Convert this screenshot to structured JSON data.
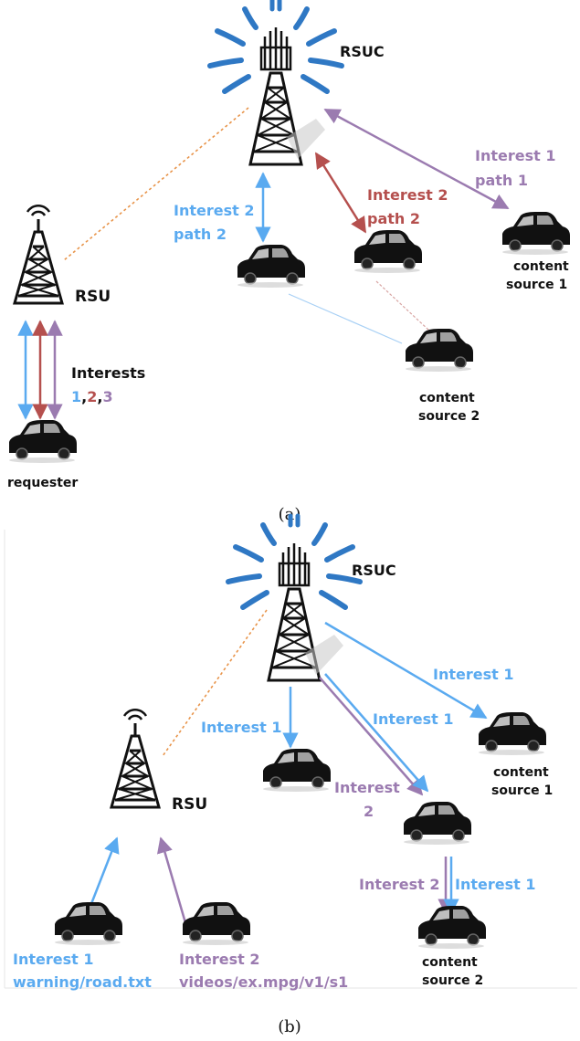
{
  "panel_a": {
    "caption": "(a)",
    "rsuc_label": "RSUC",
    "rsu_label": "RSU",
    "requester_label": "requester",
    "interests_label": "Interests",
    "interests_num_1": "1",
    "interests_comma_1": ",",
    "interests_num_2": "2",
    "interests_comma_2": ",",
    "interests_num_3": "3",
    "interest2_path2_blue": {
      "line1": "Interest 2",
      "line2": "path 2"
    },
    "interest2_path2_red": {
      "line1": "Interest 2",
      "line2": "path 2"
    },
    "interest1_path1": {
      "line1": "Interest 1",
      "line2": "path 1"
    },
    "content_source_1": {
      "line1": "content",
      "line2": "source 1"
    },
    "content_source_2": {
      "line1": "content",
      "line2": "source 2"
    }
  },
  "panel_b": {
    "caption": "(b)",
    "rsuc_label": "RSUC",
    "rsu_label": "RSU",
    "interest1_top_right": "Interest 1",
    "interest1_mid_right": "Interest 1",
    "interest1_down": "Interest 1",
    "interest2_mid": {
      "line1": "Interest",
      "line2": "2"
    },
    "interest2_bottom": "Interest 2",
    "interest1_bottom": "Interest 1",
    "content_source_1": {
      "line1": "content",
      "line2": "source 1"
    },
    "content_source_2": {
      "line1": "content",
      "line2": "source 2"
    },
    "req1": {
      "line1": "Interest 1",
      "line2": "warning/road.txt"
    },
    "req2": {
      "line1": "Interest 2",
      "line2": "videos/ex.mpg/v1/s1"
    }
  },
  "colors": {
    "blue": "#5aaaf0",
    "red": "#b5504e",
    "purple": "#9b7bb0",
    "orange": "#e8944a",
    "signal": "#2f78c4"
  }
}
